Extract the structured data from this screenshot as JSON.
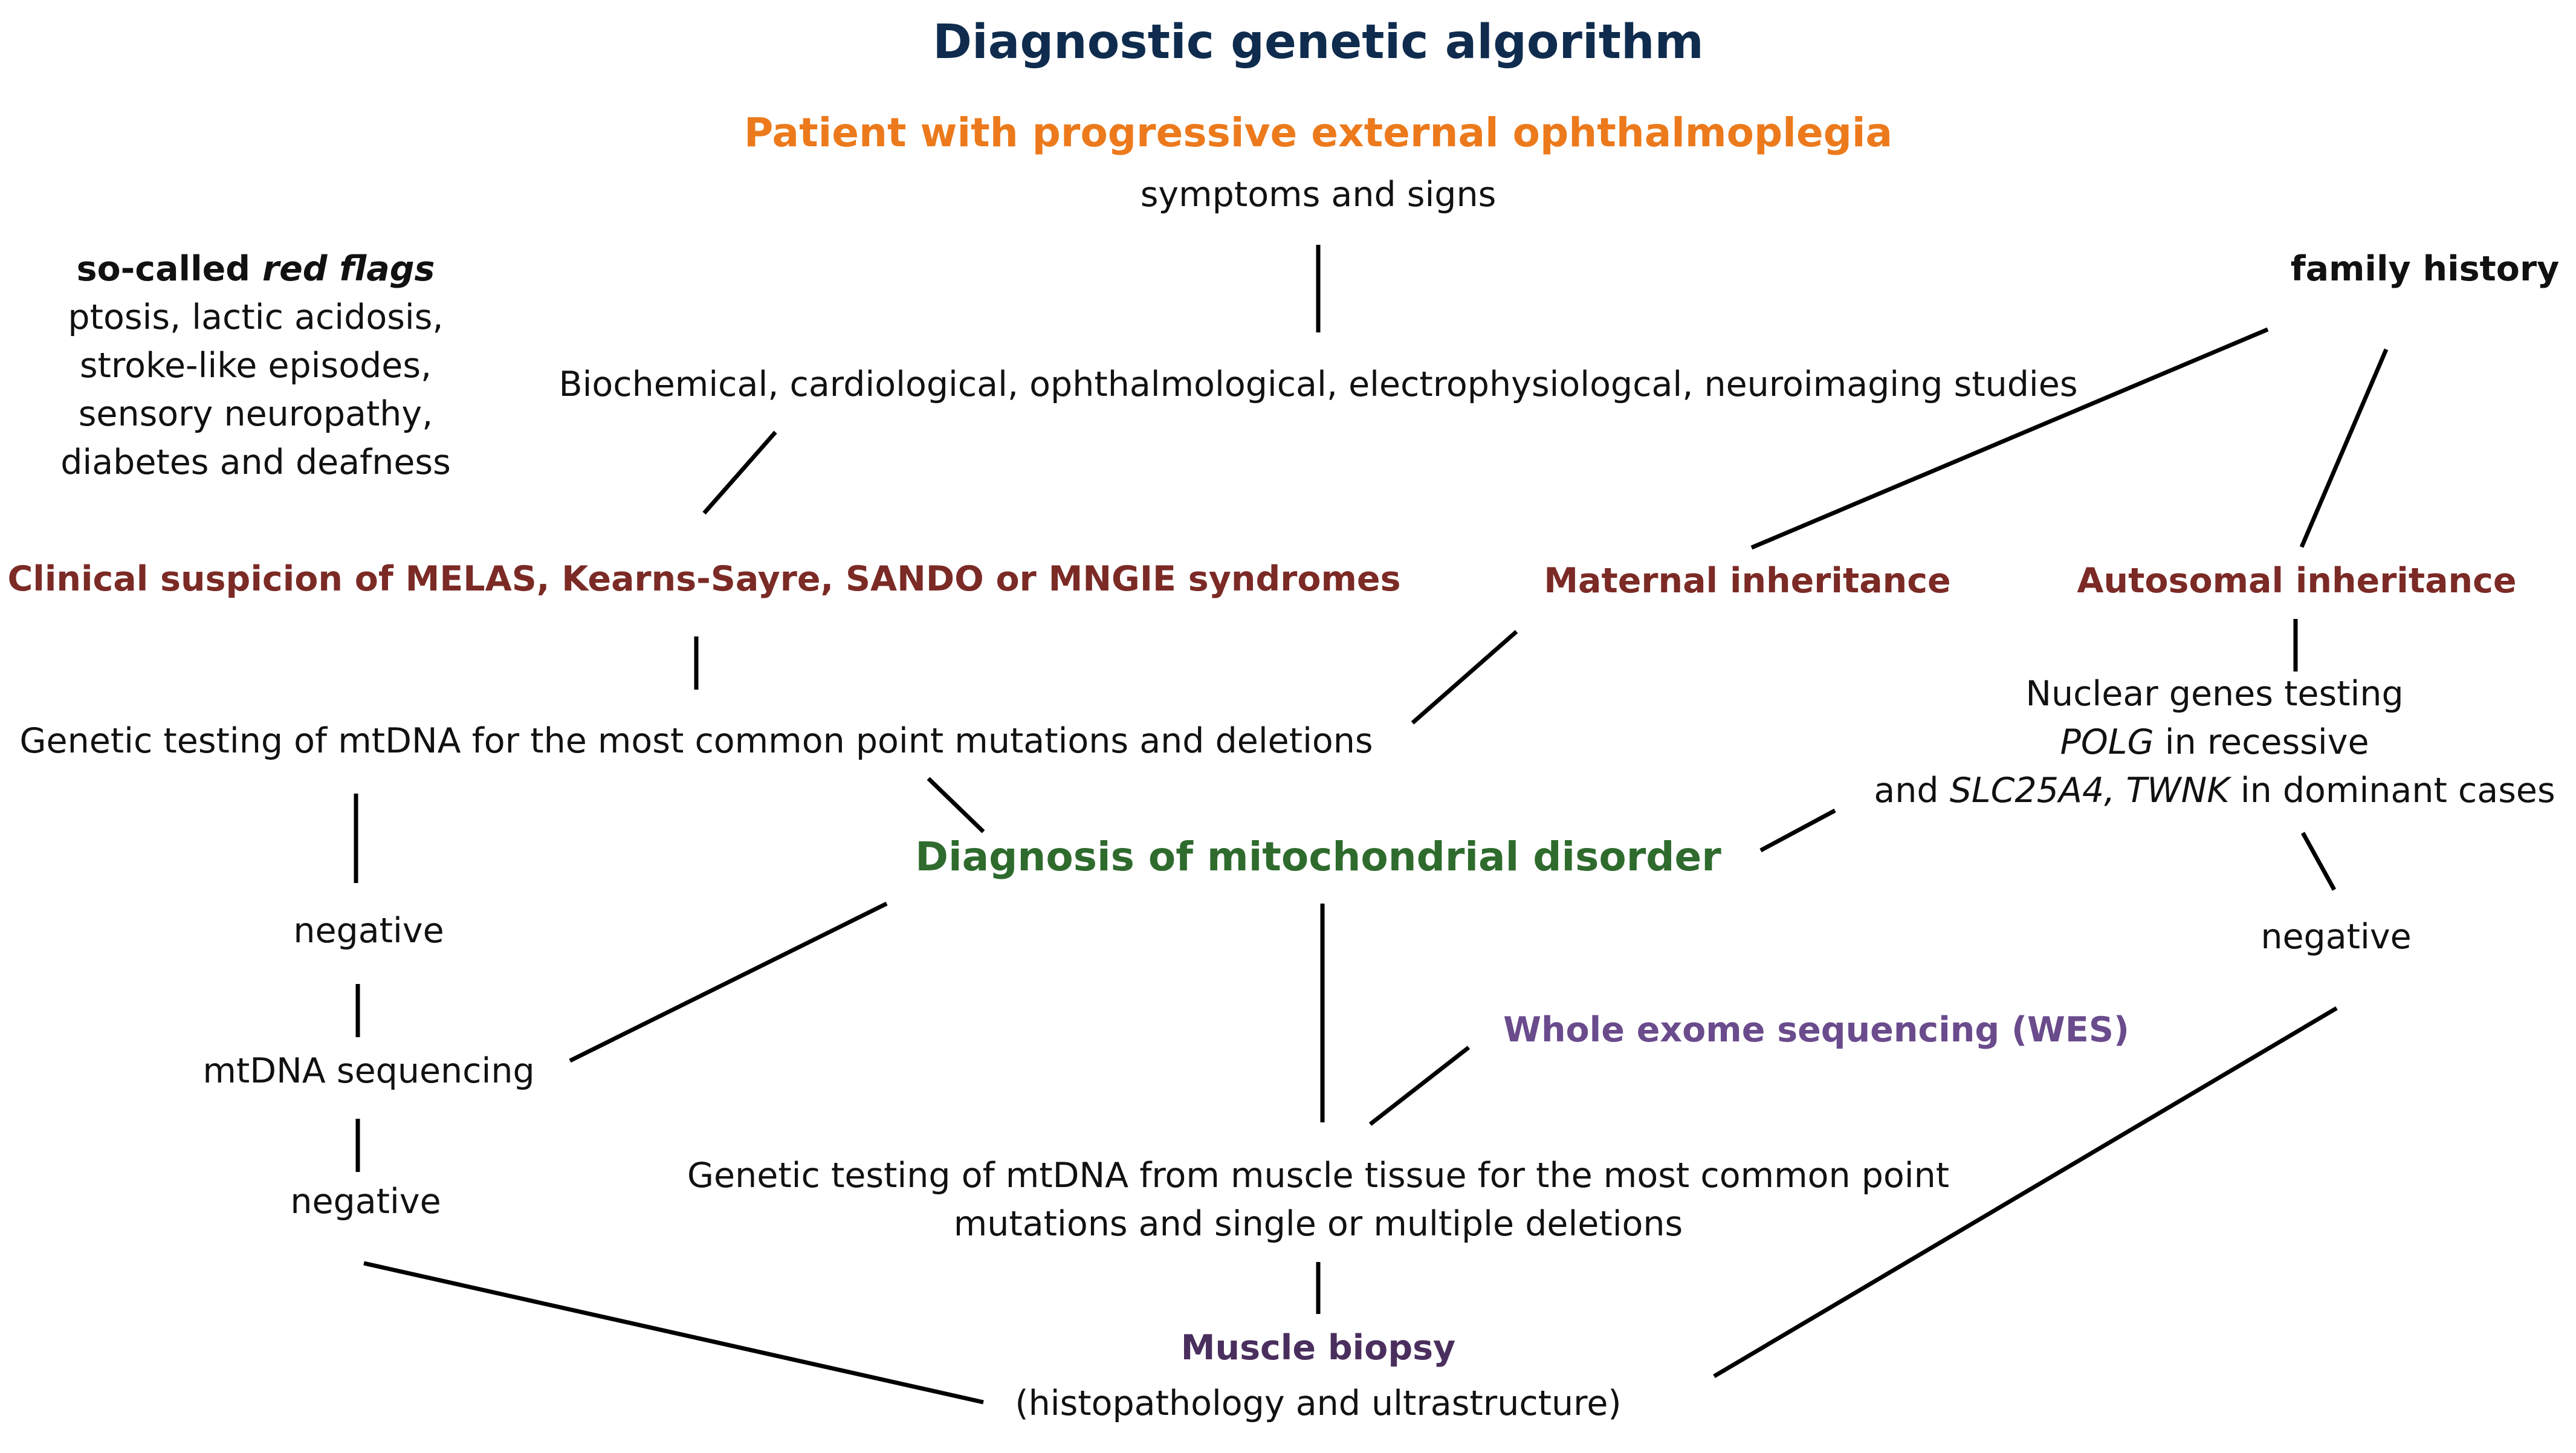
{
  "colors": {
    "title": "#0f2c4e",
    "patient": "#ec7a1c",
    "syndrome": "#7b2a25",
    "diagnosis": "#2e6b2d",
    "wes": "#6a4b8c",
    "biopsy": "#4a2f5e",
    "text": "#111111"
  },
  "title": "Diagnostic genetic algorithm",
  "patient": {
    "label": "Patient with progressive external ophthalmoplegia",
    "sub": "symptoms and signs"
  },
  "red_flags": {
    "prefix": "so-called ",
    "emph": "red flags",
    "lines": [
      "ptosis, lactic acidosis,",
      "stroke-like episodes,",
      "sensory neuropathy,",
      "diabetes and deafness"
    ]
  },
  "family_history": "family history",
  "studies": "Biochemical, cardiological, ophthalmological, electrophysiologcal, neuroimaging studies",
  "clinical_suspicion": "Clinical suspicion of MELAS, Kearns-Sayre, SANDO or MNGIE syndromes",
  "maternal": "Maternal inheritance",
  "autosomal": "Autosomal inheritance",
  "nuclear": {
    "line1": "Nuclear genes testing",
    "polg": "POLG",
    "recessive": " in recessive",
    "and": "and ",
    "genes": "SLC25A4, TWNK",
    "dominant": " in dominant cases"
  },
  "mtdna_testing": "Genetic testing of mtDNA for the most common point mutations and deletions",
  "diagnosis": "Diagnosis of mitochondrial disorder",
  "negative_1": "negative",
  "mtdna_seq": "mtDNA sequencing",
  "negative_2": "negative",
  "negative_3": "negative",
  "wes": "Whole exome sequencing (WES)",
  "muscle_testing": {
    "line1": "Genetic testing of mtDNA from muscle tissue for the most common point",
    "line2": "mutations and single or multiple deletions"
  },
  "biopsy": {
    "label": "Muscle biopsy",
    "sub": "(histopathology and ultrastructure)"
  }
}
